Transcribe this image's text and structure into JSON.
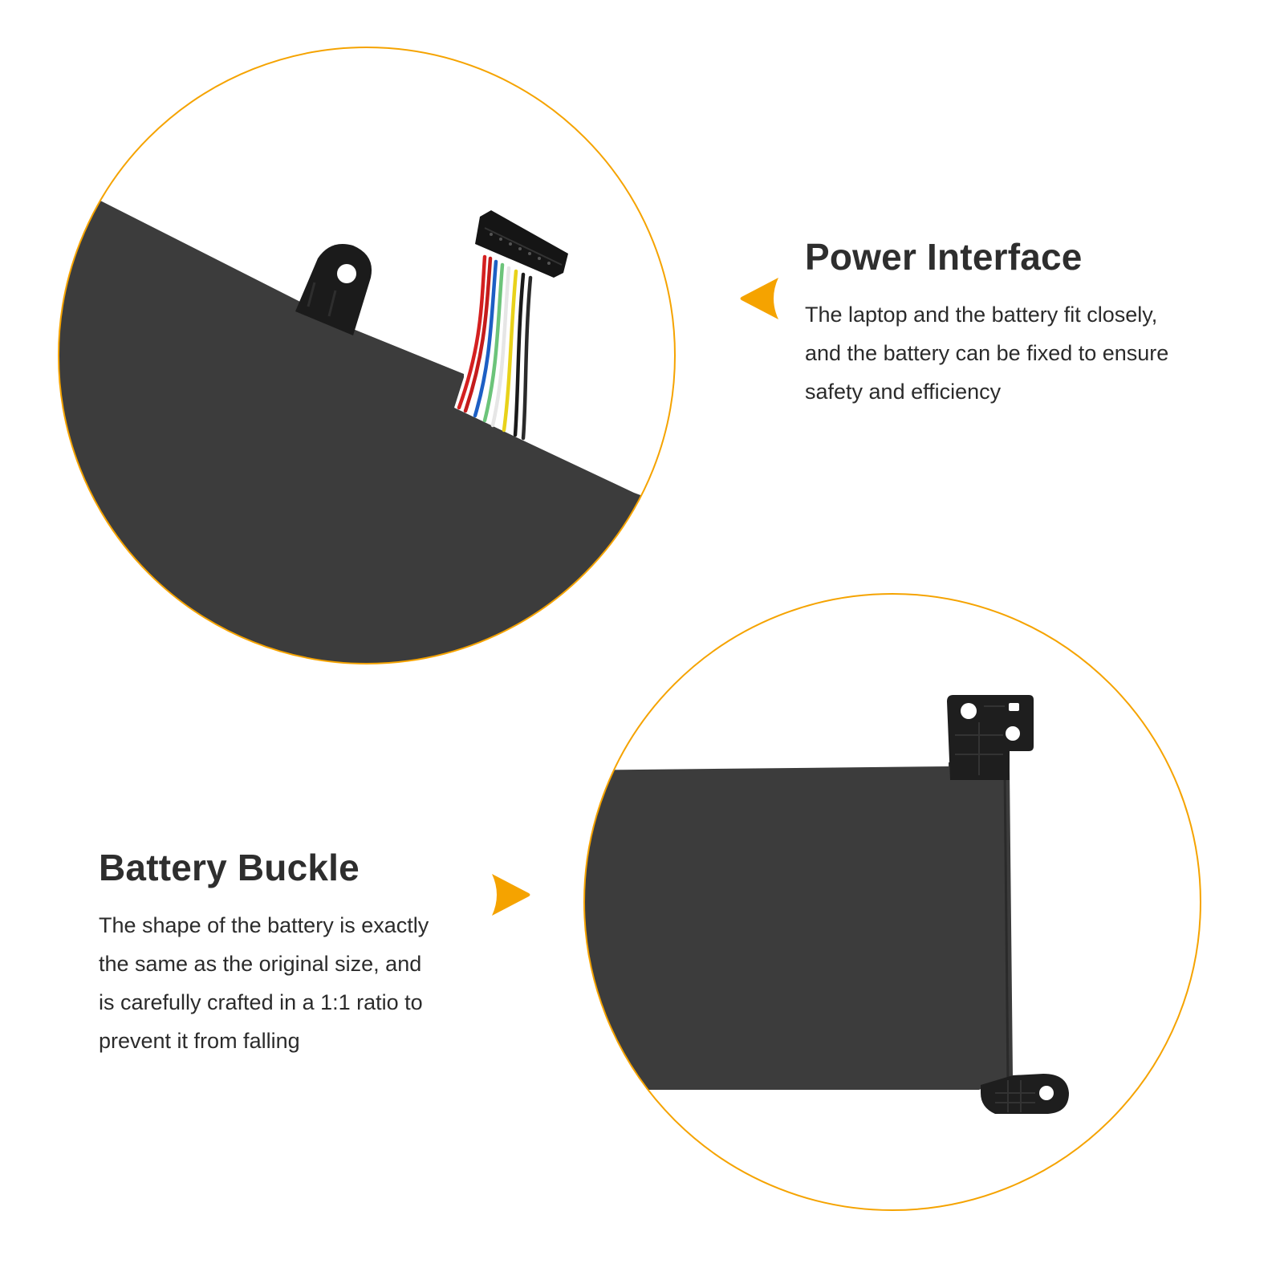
{
  "colors": {
    "accent": "#f5a300",
    "battery_body": "#3c3c3c",
    "tab_plastic": "#1e1e1e",
    "heading_text": "#2e2e2e",
    "body_text": "#2b2b2b",
    "background": "#ffffff"
  },
  "features": [
    {
      "id": "power-interface",
      "title": "Power Interface",
      "description": "The laptop and the battery fit closely, and the battery can be fixed to ensure safety and efficiency",
      "description_lines": [
        "The laptop and the battery fit closely,",
        "and the battery can be fixed to ensure",
        "safety and efficiency"
      ],
      "pointer_icon": "arrow-left-icon",
      "image": "battery-connector-closeup"
    },
    {
      "id": "battery-buckle",
      "title": "Battery Buckle",
      "description": "The shape of the battery is exactly the same as the original size, and is carefully crafted in a 1:1 ratio to prevent it from falling",
      "description_lines": [
        "The shape of the battery is exactly",
        "the same as the original size, and",
        "is carefully crafted in a 1:1 ratio to",
        "prevent it from falling"
      ],
      "pointer_icon": "arrow-right-icon",
      "image": "battery-buckle-closeup"
    }
  ],
  "connector_wires": [
    "#d42020",
    "#c81e1e",
    "#1d5fc4",
    "#6cc47a",
    "#e8e8e8",
    "#e8d21a",
    "#1a1a1a",
    "#2a2a2a"
  ]
}
